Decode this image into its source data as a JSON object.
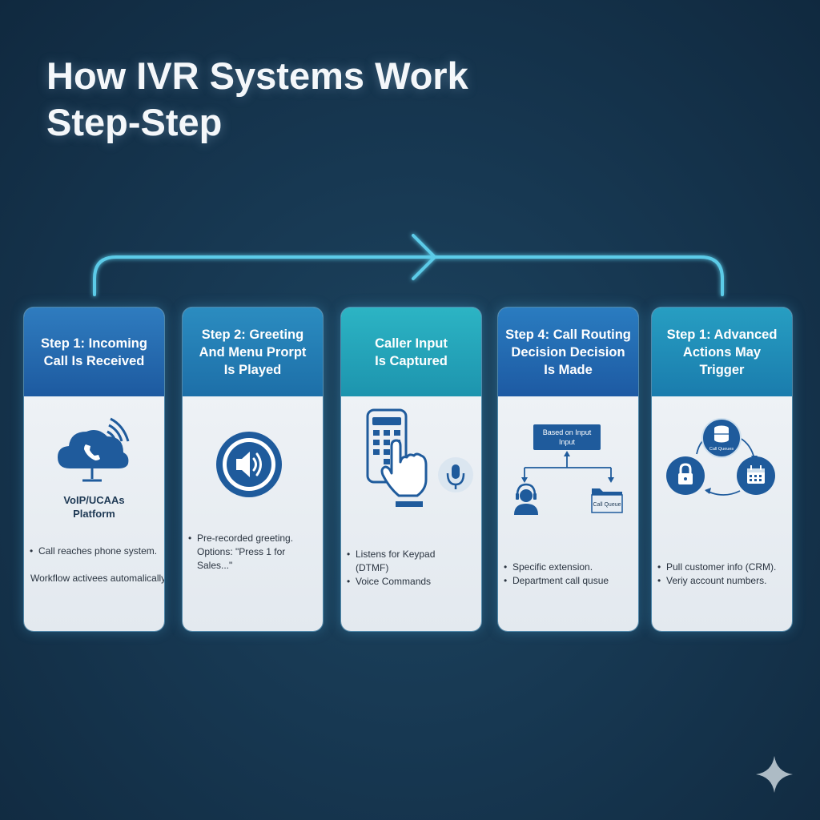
{
  "title": {
    "line1": "How IVR Systems Work",
    "line2": "Step-Step"
  },
  "colors": {
    "connector": "#5ccbe8",
    "navy_header": "#1d5aa0",
    "teal_header": "#1d94ae",
    "icon_blue": "#1f5b9c"
  },
  "steps": [
    {
      "header": [
        "Step 1: Incoming",
        "Call Is Received"
      ],
      "icon": "cloud-phone-icon",
      "visual_label": [
        "VoIP/UCAAs",
        "Platform"
      ],
      "bullets": [
        "Call reaches phone system."
      ],
      "note": "Workflow activees automalically"
    },
    {
      "header": [
        "Step 2: Greeting",
        "And Menu Prorpt",
        "Is Played"
      ],
      "icon": "speaker-icon",
      "bullets": [
        "Pre-recorded greeting.\nOptions: \"Press 1 for Sales...\""
      ]
    },
    {
      "header": [
        "Caller Input",
        "Is Captured"
      ],
      "icon": "keypad-phone-icon",
      "bullets": [
        "Listens for Keypad\n(DTMF)",
        "Voice Commands"
      ]
    },
    {
      "header": [
        "Step 4: Call Routing",
        "Decision Decision",
        "Is Made"
      ],
      "icon": "routing-diagram-icon",
      "diagram": {
        "box_label": [
          "Based on Input",
          "Input"
        ],
        "queue_label": "Call Queue"
      },
      "bullets": [
        "Specific extension.",
        "Department call qusue"
      ]
    },
    {
      "header": [
        "Step 1: Advanced",
        "Actions May",
        "Trigger"
      ],
      "icon": "actions-cycle-icon",
      "diagram": {
        "db_label": "Call Queues"
      },
      "bullets": [
        "Pull customer info (CRM).",
        "Veriy account numbers."
      ]
    }
  ]
}
